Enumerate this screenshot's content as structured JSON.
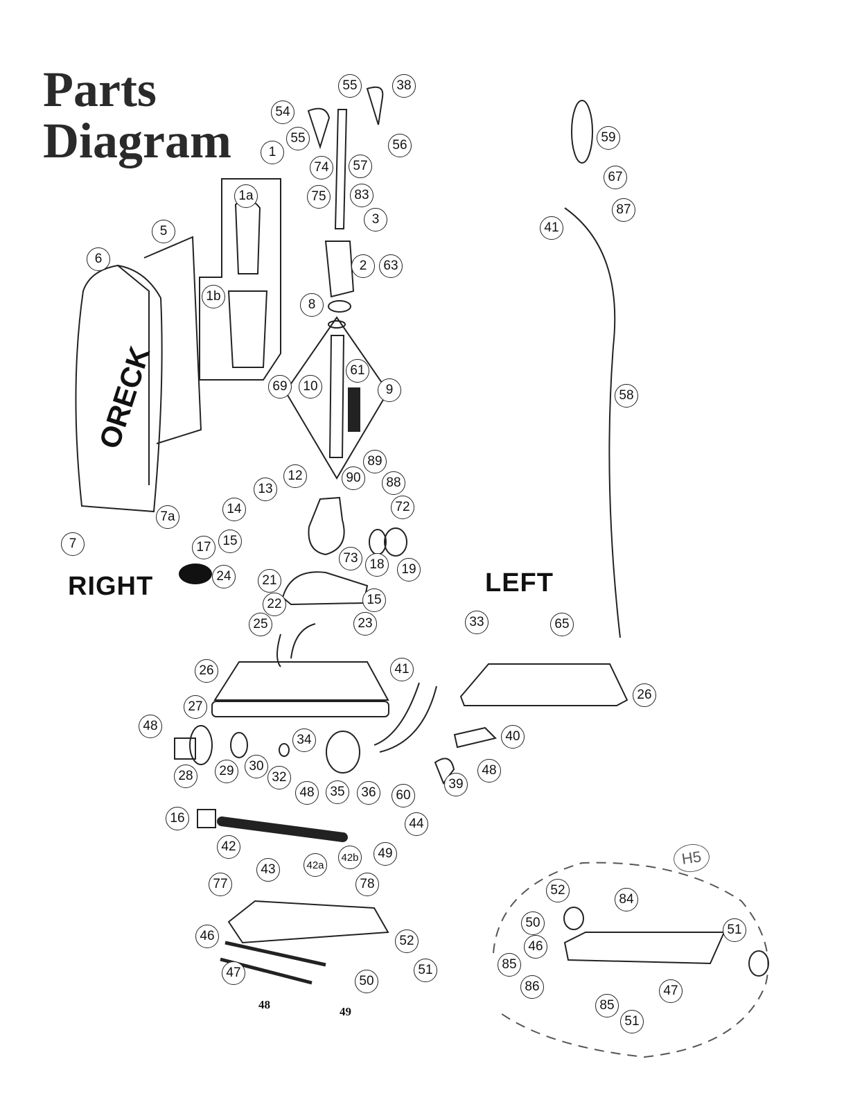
{
  "title": {
    "line1": "Parts",
    "line2": "Diagram"
  },
  "side_labels": {
    "right": "RIGHT",
    "left": "LEFT"
  },
  "brand_text": "ORECK",
  "handwritten_tag": "H5",
  "callouts": [
    "55",
    "38",
    "54",
    "55",
    "56",
    "74",
    "57",
    "1",
    "1a",
    "75",
    "83",
    "3",
    "2",
    "63",
    "8",
    "1b",
    "5",
    "6",
    "69",
    "10",
    "61",
    "9",
    "12",
    "90",
    "89",
    "88",
    "13",
    "72",
    "14",
    "15",
    "17",
    "73",
    "18",
    "19",
    "7a",
    "7",
    "24",
    "21",
    "15",
    "22",
    "25",
    "23",
    "33",
    "65",
    "59",
    "67",
    "87",
    "41",
    "58",
    "26",
    "41",
    "26",
    "27",
    "48",
    "34",
    "40",
    "28",
    "29",
    "30",
    "32",
    "48",
    "35",
    "36",
    "60",
    "39",
    "48",
    "16",
    "42",
    "42a",
    "42b",
    "49",
    "44",
    "43",
    "77",
    "78",
    "46",
    "52",
    "47",
    "51",
    "50",
    "52",
    "84",
    "50",
    "51",
    "46",
    "85",
    "86",
    "47",
    "85",
    "51"
  ],
  "plain_labels": [
    "48",
    "49"
  ]
}
